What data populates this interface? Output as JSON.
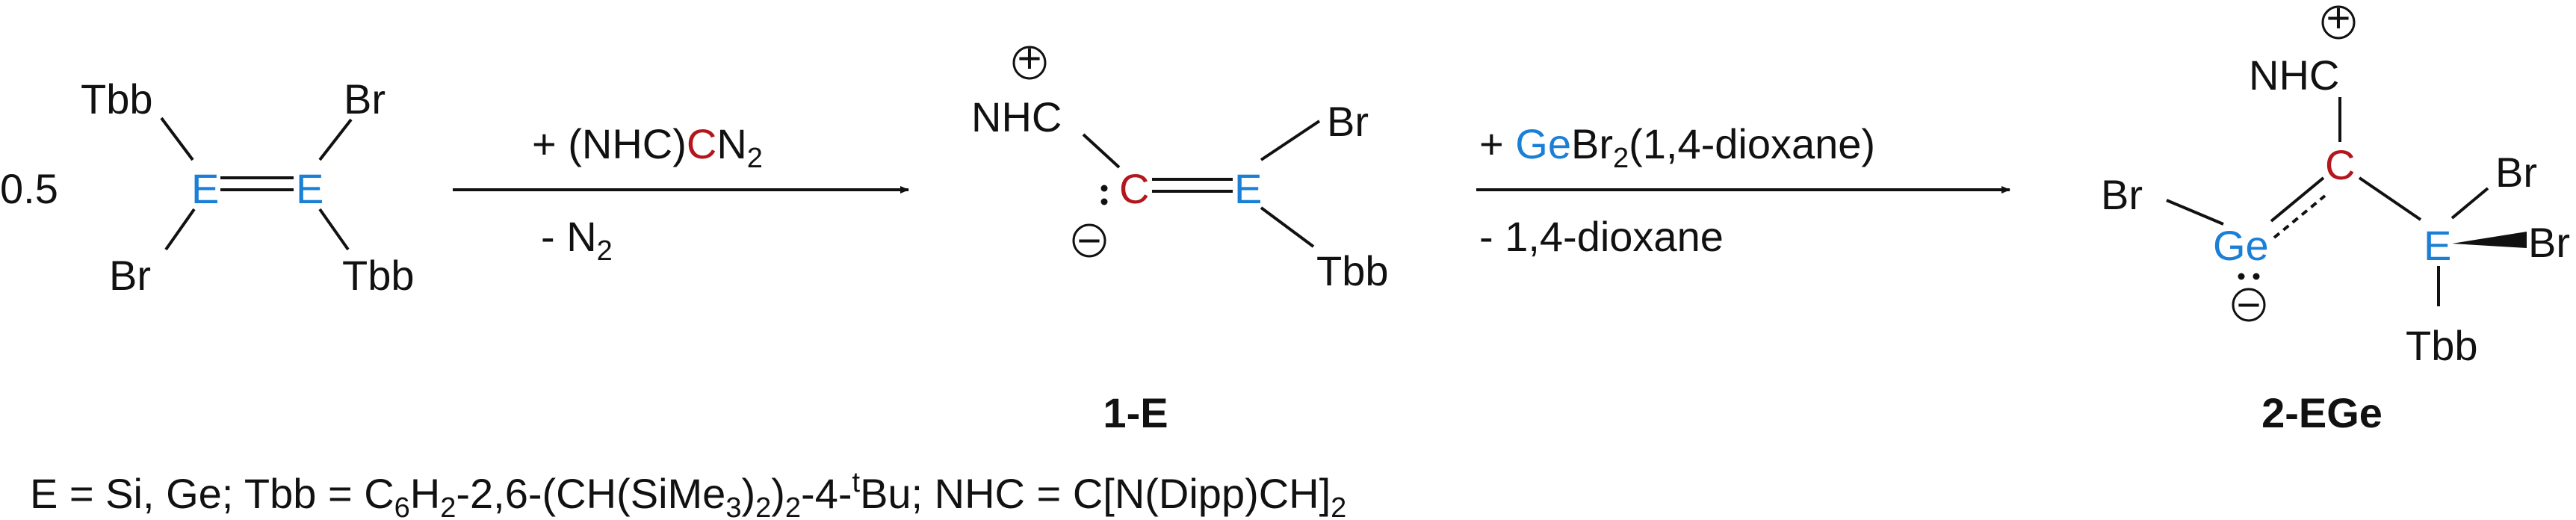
{
  "colors": {
    "element": "#1a7fd6",
    "carbon": "#b3161d",
    "text": "#111111"
  },
  "scheme": {
    "start": {
      "coefficient": "0.5",
      "substituent_top_left": "Tbb",
      "substituent_top_right": "Br",
      "substituent_bottom_left": "Br",
      "substituent_bottom_right": "Tbb",
      "atom_left": "E",
      "atom_right": "E"
    },
    "arrow1": {
      "reagent_prefix": "+ (NHC)",
      "reagent_c": "C",
      "reagent_n": "N",
      "reagent_sub": "2",
      "byproduct_prefix": "- N",
      "byproduct_sub": "2"
    },
    "product1": {
      "label": "1-E",
      "nhc": "NHC",
      "plus": "+",
      "minus": "−",
      "carbon": "C",
      "element": "E",
      "br": "Br",
      "tbb": "Tbb"
    },
    "arrow2": {
      "reagent_prefix": "+ ",
      "reagent_ge": "Ge",
      "reagent_br": "Br",
      "reagent_sub": "2",
      "reagent_suffix": "(1,4-dioxane)",
      "byproduct": "- 1,4-dioxane"
    },
    "product2": {
      "label": "2-EGe",
      "nhc": "NHC",
      "plus": "+",
      "minus": "−",
      "carbon": "C",
      "ge": "Ge",
      "element": "E",
      "br_left": "Br",
      "br_wedge": "Br",
      "br_top": "Br",
      "tbb": "Tbb"
    },
    "footnote": {
      "p1": "E = Si, Ge;  Tbb = C",
      "sub1": "6",
      "p2": "H",
      "sub2": "2",
      "p3": "-2,6-(CH(SiMe",
      "sub3": "3",
      "p4": ")",
      "sub4": "2",
      "p5": ")",
      "sub5": "2",
      "p6": "-4-",
      "sup_t": "t",
      "p7": "Bu;  NHC = C[N(Dipp)CH]",
      "sub6": "2"
    }
  }
}
